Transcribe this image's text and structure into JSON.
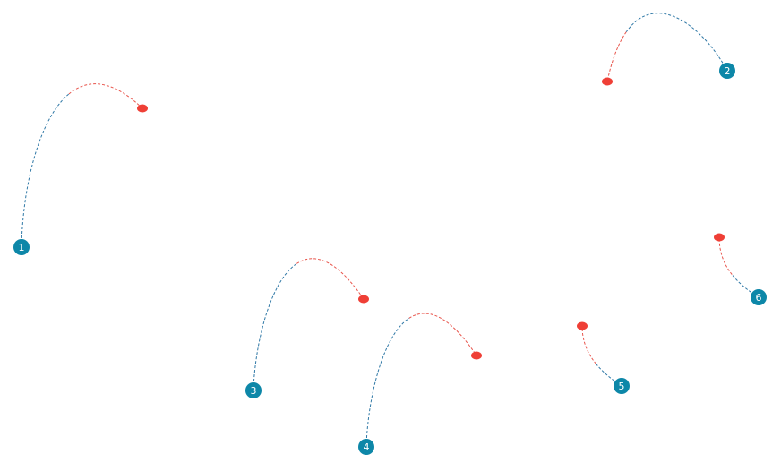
{
  "diagram": {
    "colors": {
      "start_node": "#0d87a8",
      "end_node": "#ef3f36",
      "start_line": "#2f78a6",
      "end_line": "#e8544b",
      "label_text": "#ffffff",
      "background": "#ffffff"
    },
    "connectors": [
      {
        "label": "1"
      },
      {
        "label": "2"
      },
      {
        "label": "3"
      },
      {
        "label": "4"
      },
      {
        "label": "5"
      },
      {
        "label": "6"
      }
    ]
  }
}
